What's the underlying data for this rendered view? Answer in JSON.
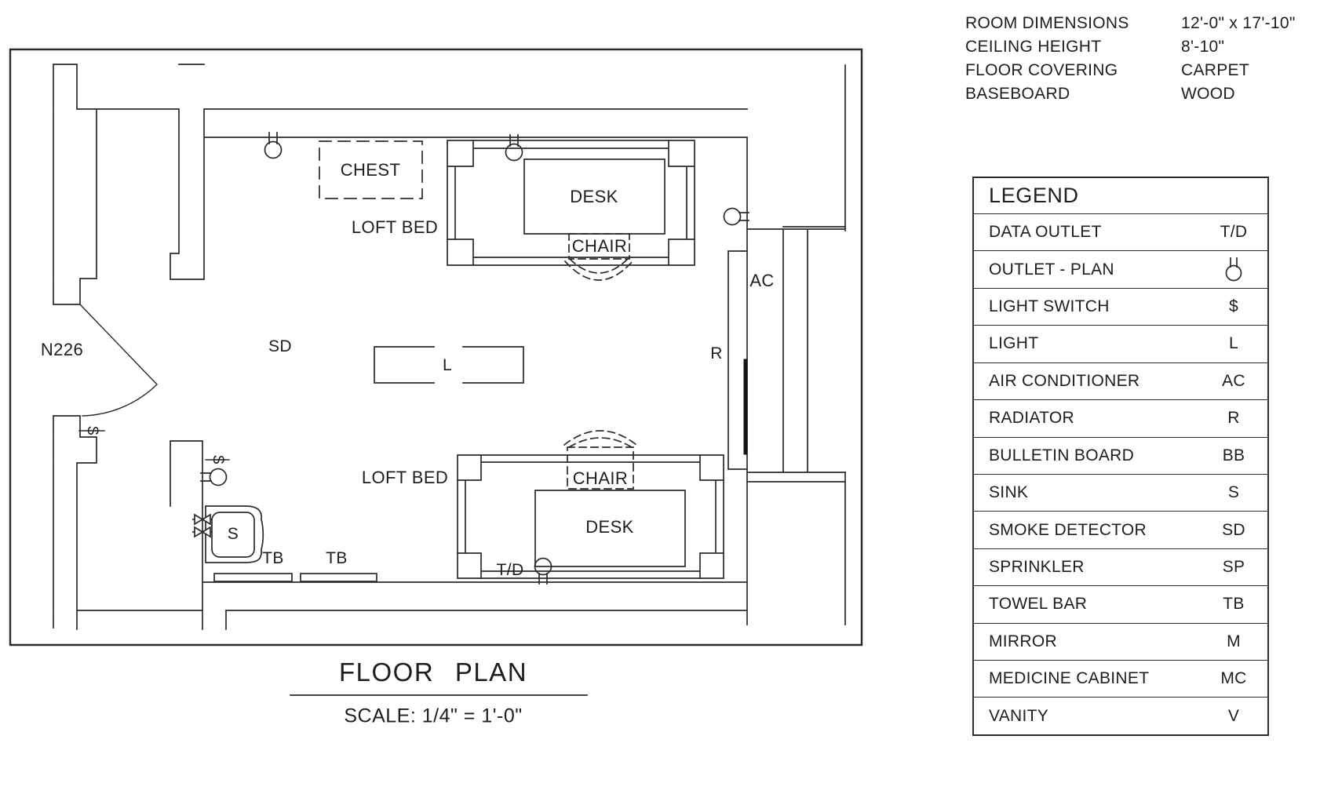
{
  "colors": {
    "ink": "#2b2b2b",
    "paper": "#ffffff"
  },
  "plan": {
    "labels": {
      "chest": "CHEST",
      "loft_bed_upper": "LOFT BED",
      "desk_upper": "DESK",
      "chair_upper": "CHAIR",
      "ac": "AC",
      "room_number": "N226",
      "smoke_detector": "SD",
      "light": "L",
      "radiator": "R",
      "loft_bed_lower": "LOFT BED",
      "chair_lower": "CHAIR",
      "desk_lower": "DESK",
      "sink": "S",
      "towel_bar_1": "TB",
      "towel_bar_2": "TB",
      "data_outlet": "T/D",
      "switch_door": "$",
      "switch_wall": "$"
    },
    "title": "FLOOR PLAN",
    "scale_note": "SCALE: 1/4\" = 1'-0\""
  },
  "info": {
    "rows": [
      {
        "label": "ROOM DIMENSIONS",
        "value": "12'-0\" x 17'-10\""
      },
      {
        "label": "CEILING HEIGHT",
        "value": "8'-10\""
      },
      {
        "label": "FLOOR COVERING",
        "value": "CARPET"
      },
      {
        "label": "BASEBOARD",
        "value": "WOOD"
      }
    ]
  },
  "legend": {
    "title": "LEGEND",
    "rows": [
      {
        "label": "DATA OUTLET",
        "symbol": "T/D"
      },
      {
        "label": "OUTLET - PLAN",
        "symbol": "",
        "icon": "outlet-plan-symbol"
      },
      {
        "label": "LIGHT SWITCH",
        "symbol": "$"
      },
      {
        "label": "LIGHT",
        "symbol": "L"
      },
      {
        "label": "AIR CONDITIONER",
        "symbol": "AC"
      },
      {
        "label": "RADIATOR",
        "symbol": "R"
      },
      {
        "label": "BULLETIN BOARD",
        "symbol": "BB"
      },
      {
        "label": "SINK",
        "symbol": "S"
      },
      {
        "label": "SMOKE DETECTOR",
        "symbol": "SD"
      },
      {
        "label": "SPRINKLER",
        "symbol": "SP"
      },
      {
        "label": "TOWEL BAR",
        "symbol": "TB"
      },
      {
        "label": "MIRROR",
        "symbol": "M"
      },
      {
        "label": "MEDICINE CABINET",
        "symbol": "MC"
      },
      {
        "label": "VANITY",
        "symbol": "V"
      }
    ]
  }
}
